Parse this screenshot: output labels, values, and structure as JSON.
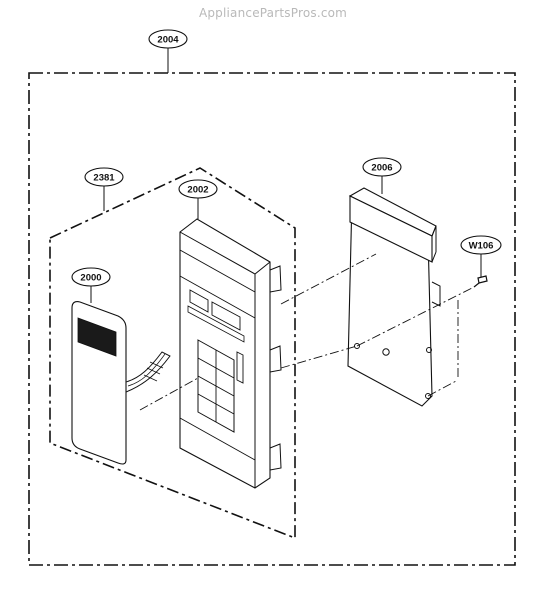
{
  "watermark": "AppliancePartsPros.com",
  "callouts": [
    {
      "id": "assembly",
      "label": "2004"
    },
    {
      "id": "frame-group",
      "label": "2381"
    },
    {
      "id": "front-panel",
      "label": "2002"
    },
    {
      "id": "membrane-switch",
      "label": "2000"
    },
    {
      "id": "pcb-board",
      "label": "2006"
    },
    {
      "id": "screw",
      "label": "W106"
    }
  ]
}
